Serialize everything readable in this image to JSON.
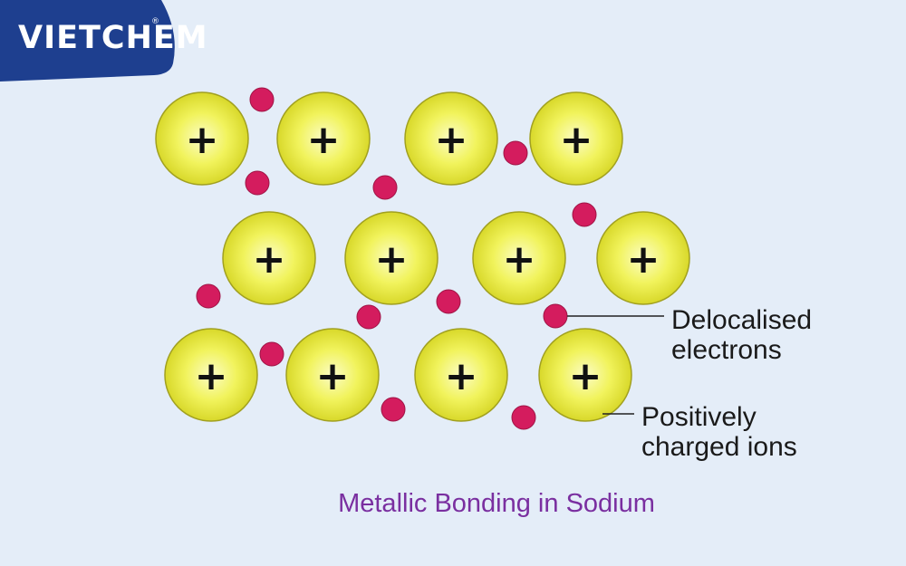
{
  "brand": {
    "name": "VIETCHEM",
    "registered": "®"
  },
  "ion_symbol": "+",
  "labels": {
    "electrons": [
      "Delocalised",
      "electrons"
    ],
    "ions": [
      "Positively",
      "charged ions"
    ]
  },
  "caption": "Metallic Bonding in Sodium",
  "colors": {
    "background": "#e4edf8",
    "brand_banner": "#1e3f8f",
    "ion_fill": "#eef04a",
    "ion_edge": "#a1a020",
    "electron": "#d41c5e",
    "caption": "#7a2fa0"
  }
}
